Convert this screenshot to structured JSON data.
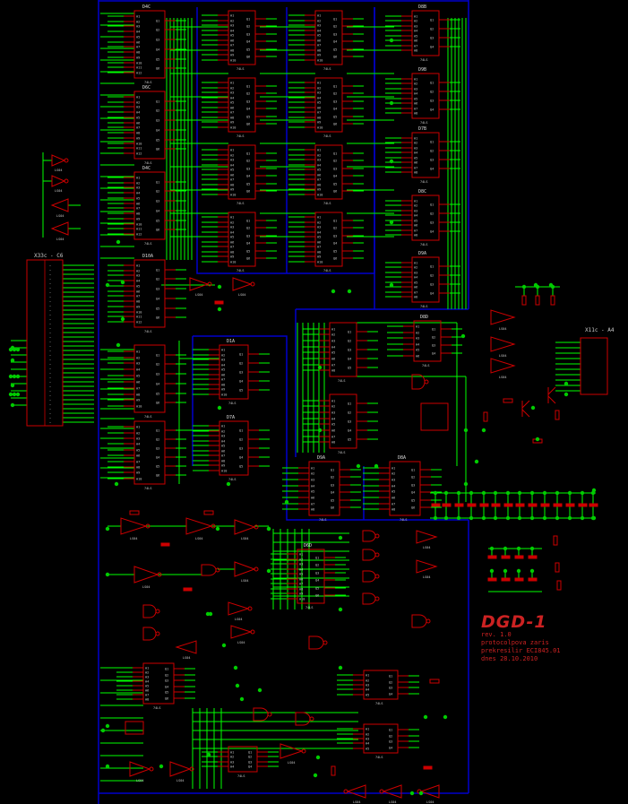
{
  "title_block": {
    "name": "DGD-1",
    "lines": [
      "rev. 1.0",
      "protocolpova zaris",
      "prekresilir ECI845.01",
      "dnes 28.10.2010"
    ]
  },
  "connectors": {
    "left": "X33c - C6",
    "right": "X11c - A4"
  },
  "chip_labels": [
    "D4C",
    "D6C",
    "D4C",
    "D10A",
    "D1A",
    "D7A",
    "D8B",
    "D9B",
    "D7B",
    "D8C",
    "D9A",
    "D8D",
    "D9A",
    "D8A",
    "D6D"
  ],
  "colors": {
    "background": "#000000",
    "wire": "#00ff00",
    "part": "#cc0000",
    "bus": "#0000cc",
    "pin_text": "#cccccc",
    "junction": "#00cc00"
  }
}
